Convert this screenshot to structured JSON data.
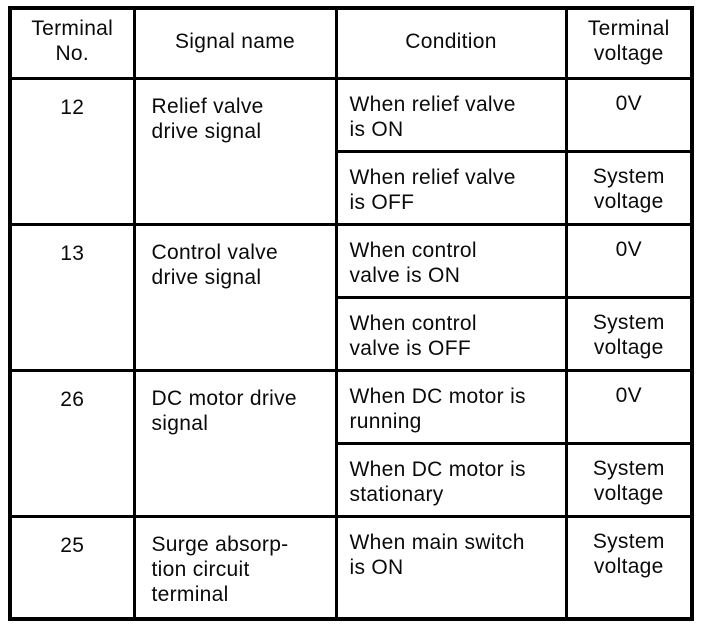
{
  "table": {
    "headers": {
      "terminal_no": "Terminal\nNo.",
      "signal_name": "Signal  name",
      "condition": "Condition",
      "terminal_voltage": "Terminal\nvoltage"
    },
    "groups": [
      {
        "terminal_no": "12",
        "signal_name": "Relief valve\ndrive signal",
        "rows": [
          {
            "condition": "When relief valve\nis ON",
            "voltage": "0V"
          },
          {
            "condition": "When relief valve\nis OFF",
            "voltage": "System\nvoltage"
          }
        ]
      },
      {
        "terminal_no": "13",
        "signal_name": "Control valve\ndrive signal",
        "rows": [
          {
            "condition": "When control\nvalve is ON",
            "voltage": "0V"
          },
          {
            "condition": "When control\nvalve is OFF",
            "voltage": "System\nvoltage"
          }
        ]
      },
      {
        "terminal_no": "26",
        "signal_name": "DC motor drive\nsignal",
        "rows": [
          {
            "condition": "When DC motor is\nrunning",
            "voltage": "0V"
          },
          {
            "condition": "When DC motor is\nstationary",
            "voltage": "System\nvoltage"
          }
        ]
      },
      {
        "terminal_no": "25",
        "signal_name": "Surge absorp-\ntion circuit\nterminal",
        "rows": [
          {
            "condition": "When main switch\nis ON",
            "voltage": "System\nvoltage"
          }
        ]
      }
    ],
    "colors": {
      "border": "#000000",
      "text": "#0a0a0a",
      "background": "#ffffff"
    }
  }
}
